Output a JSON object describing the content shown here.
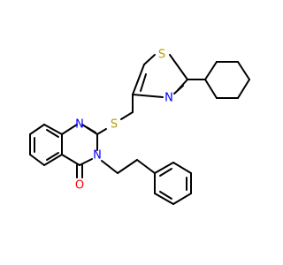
{
  "molecule": {
    "atoms": {
      "S_thioether": "S",
      "S_thiazole": "S",
      "N_thiazole": "N",
      "N1_quinazoline": "N",
      "N3_quinazoline": "N",
      "O_carbonyl": "O"
    },
    "colors": {
      "bond": "#000000",
      "sulfur": "#b3a000",
      "nitrogen": "#0000ff",
      "oxygen": "#ff0000"
    }
  }
}
